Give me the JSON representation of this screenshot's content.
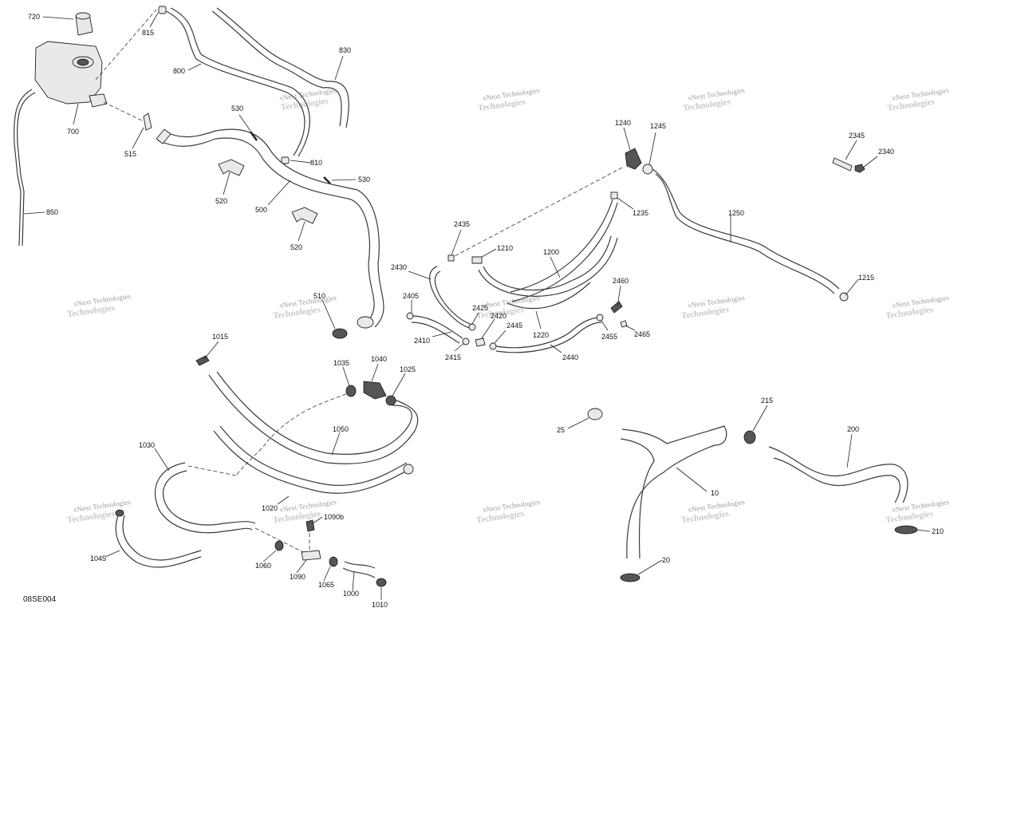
{
  "figure_code": "08SE004",
  "callouts": {
    "c720": "720",
    "c815": "815",
    "c800": "800",
    "c830": "830",
    "c700": "700",
    "c515": "515",
    "c530a": "530",
    "c810": "810",
    "c530b": "530",
    "c520a": "520",
    "c500": "500",
    "c520b": "520",
    "c850": "850",
    "c510": "510",
    "c1240": "1240",
    "c1245": "1245",
    "c1235": "1235",
    "c1250": "1250",
    "c1215": "1215",
    "c2345": "2345",
    "c2340": "2340",
    "c2435": "2435",
    "c1210": "1210",
    "c1200": "1200",
    "c2430": "2430",
    "c2405": "2405",
    "c2425": "2425",
    "c2420": "2420",
    "c2445": "2445",
    "c2410": "2410",
    "c2415": "2415",
    "c1220": "1220",
    "c2440": "2440",
    "c2460": "2460",
    "c2455": "2455",
    "c2465": "2465",
    "c1015": "1015",
    "c1035": "1035",
    "c1040": "1040",
    "c1025": "1025",
    "c1050": "1050",
    "c1030": "1030",
    "c1020": "1020",
    "c1090b": "1090b",
    "c1045": "1045",
    "c1060": "1060",
    "c1090": "1090",
    "c1065": "1065",
    "c1000": "1000",
    "c1010": "1010",
    "c215": "215",
    "c25": "25",
    "c200": "200",
    "c10": "10",
    "c210": "210",
    "c20": "20"
  },
  "watermark": {
    "line1": "vNext Technologies",
    "line2": "Technologies"
  }
}
